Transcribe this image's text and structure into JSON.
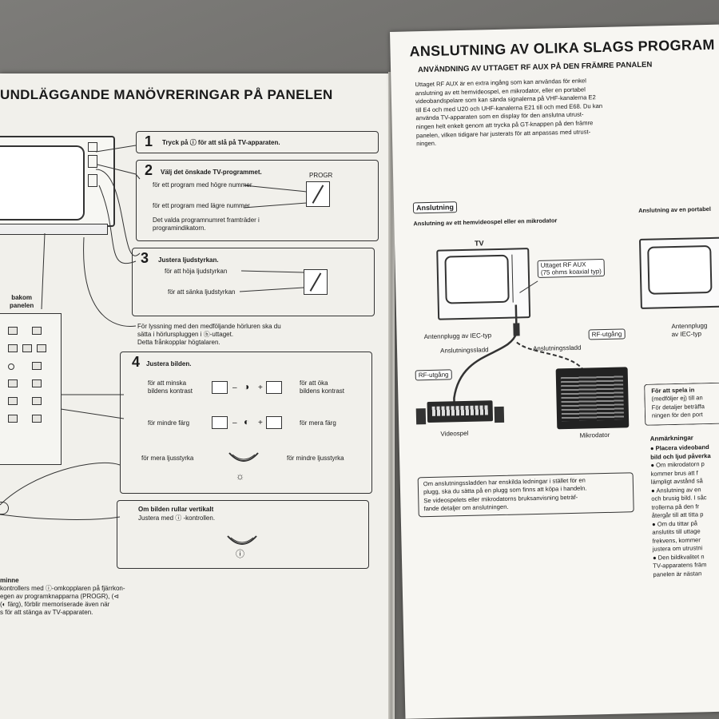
{
  "left_page": {
    "title": "UNDLÄGGANDE MANÖVRERINGAR PÅ PANELEN",
    "step1": {
      "num": "1",
      "text": "Tryck på ⓘ för att slå på TV-apparaten."
    },
    "step2": {
      "num": "2",
      "title": "Välj det önskade TV-programmet.",
      "progr_label": "PROGR",
      "higher": "för ett program med högre nummer",
      "lower": "för ett program med lägre nummer",
      "note_1": "Det valda programnumret framträder i",
      "note_2": "programindikatorn."
    },
    "step3": {
      "num": "3",
      "title": "Justera ljudstyrkan.",
      "raise": "för att höja ljudstyrkan",
      "lower": "för att sänka ljudstyrkan"
    },
    "earphone_1": "För lyssning med den medföljande hörluren ska du",
    "earphone_2": "sätta i hörlurspluggen i ⓑ-uttaget.",
    "earphone_3": "Detta frånkopplar högtalaren.",
    "back_label_1": "bakom",
    "back_label_2": "panelen",
    "step4": {
      "num": "4",
      "title": "Justera bilden.",
      "contrast_dec_1": "för att minska",
      "contrast_dec_2": "bildens kontrast",
      "contrast_inc_1": "för att öka",
      "contrast_inc_2": "bildens kontrast",
      "less_color": "för mindre färg",
      "more_color": "för mera färg",
      "more_bright": "för mera ljusstyrka",
      "less_bright": "för mindre ljusstyrka",
      "minus": "–",
      "plus": "+"
    },
    "vertical": {
      "title": "Om bilden rullar vertikalt",
      "text": "Justera med ⓘ -kontrollen."
    },
    "memory": {
      "title": "minne",
      "line1": "kontrollers med ⓘ-omkopplaren på fjärrkon-",
      "line2": "egen av programknapparna (PROGR), (⊲",
      "line3": "(◐ färg), förblir memoriserade även när",
      "line4": "s för att stänga av TV-apparaten."
    }
  },
  "right_page": {
    "title": "ANSLUTNING AV OLIKA SLAGS PROGRAM",
    "subtitle": "ANVÄNDNING AV UTTAGET RF AUX PÅ DEN FRÄMRE PANALEN",
    "intro": [
      "Uttaget RF AUX är en extra ingång som kan användas för enkel",
      "anslutning av ett hemvideospel, en mikrodator, eller en portabel",
      "videobandspelare som kan sända signalerna på VHF-kanalerna E2",
      "till E4 och med U20 och UHF-kanalerna E21 till och med E68. Du kan",
      "använda TV-apparaten som en display för den anslutna utrust-",
      "ningen helt enkelt genom att trycka på GT-knappen på den främre",
      "panelen, vilken tidigare har justerats för att anpassas med utrust-",
      "ningen."
    ],
    "anslutning_label": "Anslutning",
    "conn_heading": "Anslutning av ett hemvideospel eller en mikrodator",
    "conn_heading_2": "Anslutning av en portabel",
    "tv_label": "TV",
    "rf_aux_1": "Uttaget RF AUX",
    "rf_aux_2": "(75 ohms koaxial typ)",
    "antenna_1": "Antennplugg av IEC-typ",
    "antenna_2a": "Antennplugg",
    "antenna_2b": "av IEC-typ",
    "cable_1": "Anslutningssladd",
    "cable_2": "Anslutningssladd",
    "rf_out_1": "RF-utgång",
    "rf_out_2": "RF-utgång",
    "videospel": "Videospel",
    "mikrodator": "Mikrodator",
    "cable_note": [
      "Om anslutningssladden har enskilda ledningar i stället för en",
      "plugg, ska du sätta på en plugg som finns att köpa i handeln.",
      "Se videospelets eller mikrodatorns bruksanvisning beträf-",
      "fande detaljer om anslutningen."
    ],
    "side_box": [
      "För att spela in",
      "(medföljer ej) till an",
      "För detaljer beträffa",
      "ningen för den port"
    ],
    "remarks_title": "Anmärkningar",
    "remarks": [
      "● Placera videoband",
      "bild och ljud påverka",
      "● Om mikrodatorn p",
      "kommer brus att f",
      "lämpligt avstånd så",
      "● Anslutning av en",
      "och brusig bild. I såc",
      "trollerna på den fr",
      "återgår till att titta p",
      "● Om du tittar på",
      "anslutits till uttage",
      "frekvens, kommer",
      "justera om utrustni",
      "● Den bildkvalitet n",
      "TV-apparatens främ",
      "panelen är nästan"
    ]
  }
}
